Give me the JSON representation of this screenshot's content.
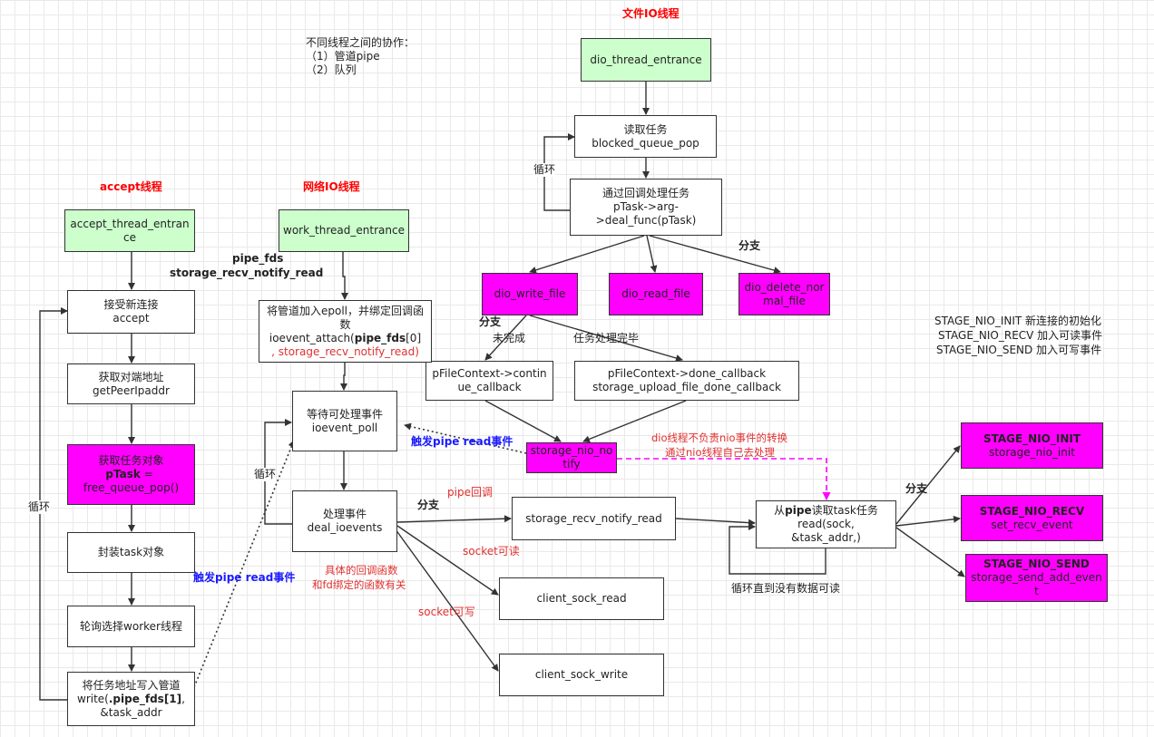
{
  "titles": {
    "file_io": "文件IO线程",
    "accept": "accept线程",
    "network_io": "网络IO线程"
  },
  "notes": {
    "cooperation_title": "不同线程之间的协作：",
    "cooperation_1": "（1）管道pipe",
    "cooperation_2": "（2）队列",
    "stage_init": "STAGE_NIO_INIT 新连接的初始化",
    "stage_recv": "STAGE_NIO_RECV 加入可读事件",
    "stage_send": "STAGE_NIO_SEND 加入可写事件",
    "dio_note_1": "dio线程不负责nio事件的转换",
    "dio_note_2": "通过nio线程自己去处理",
    "callback_note_1": "具体的回调函数",
    "callback_note_2": "和fd绑定的函数有关"
  },
  "edge_labels": {
    "loop_dio": "循环",
    "branch_dio": "分支",
    "branch_write": "分支",
    "not_done": "未完成",
    "task_done": "任务处理完毕",
    "pipe_fds": "pipe_fds",
    "storage_recv_notify_read": "storage_recv_notify_read",
    "trigger_pipe_read_1": "触发pipe read事件",
    "trigger_pipe_read_2": "触发pipe read事件",
    "loop_accept": "循环",
    "loop_net": "循环",
    "branch_net": "分支",
    "pipe_callback": "pipe回调",
    "socket_readable": "socket可读",
    "socket_writable": "socket可写",
    "branch_stage": "分支",
    "loop_until_empty": "循环直到没有数据可读"
  },
  "nodes": {
    "dio_thread_entrance": "dio_thread_entrance",
    "read_task": [
      "读取任务",
      "blocked_queue_pop"
    ],
    "callback_task": [
      "通过回调处理任务",
      "pTask->arg-",
      ">deal_func(pTask)"
    ],
    "dio_write_file": "dio_write_file",
    "dio_read_file": "dio_read_file",
    "dio_delete_normal_file": "dio_delete_normal_file",
    "continue_callback": "pFileContext->continue_callback",
    "done_callback": [
      "pFileContext->done_callback",
      "storage_upload_file_done_callback"
    ],
    "storage_nio_notify": "storage_nio_notify",
    "accept_thread_entrance": "accept_thread_entrance",
    "accept_new": [
      "接受新连接",
      "accept"
    ],
    "get_peer": [
      "获取对端地址",
      "getPeerIpaddr"
    ],
    "get_task": [
      "获取任务对象",
      "pTask",
      " = ",
      "free_queue_pop()"
    ],
    "pack_task": "封装task对象",
    "select_worker": "轮询选择worker线程",
    "write_pipe": [
      "将任务地址写入管道",
      "write(",
      ".pipe_fds[1]",
      ",",
      "&task_addr"
    ],
    "work_thread_entrance": "work_thread_entrance",
    "add_epoll": [
      "将管道加入epoll，并绑定回调函数",
      "ioevent_attach(",
      "pipe_fds",
      "[0]",
      ", storage_recv_notify_read)"
    ],
    "ioevent_poll": [
      "等待可处理事件",
      "ioevent_poll"
    ],
    "deal_ioevents": [
      "处理事件",
      "deal_ioevents"
    ],
    "storage_recv_notify_read": "storage_recv_notify_read",
    "client_sock_read": "client_sock_read",
    "client_sock_write": "client_sock_write",
    "read_from_pipe": [
      "从",
      "pipe",
      "读取task任务",
      "read(sock,",
      "&task_addr,)"
    ],
    "stage_nio_init": [
      "STAGE_NIO_INIT",
      "storage_nio_init"
    ],
    "stage_nio_recv": [
      "STAGE_NIO_RECV",
      "set_recv_event"
    ],
    "stage_nio_send": [
      "STAGE_NIO_SEND",
      "storage_send_add_event"
    ]
  },
  "colors": {
    "start_node": "#ccffcc",
    "highlight_node": "#ff00ff",
    "title_text": "#ff0000",
    "note_text": "#e0302f",
    "event_text": "#1a1aff"
  }
}
